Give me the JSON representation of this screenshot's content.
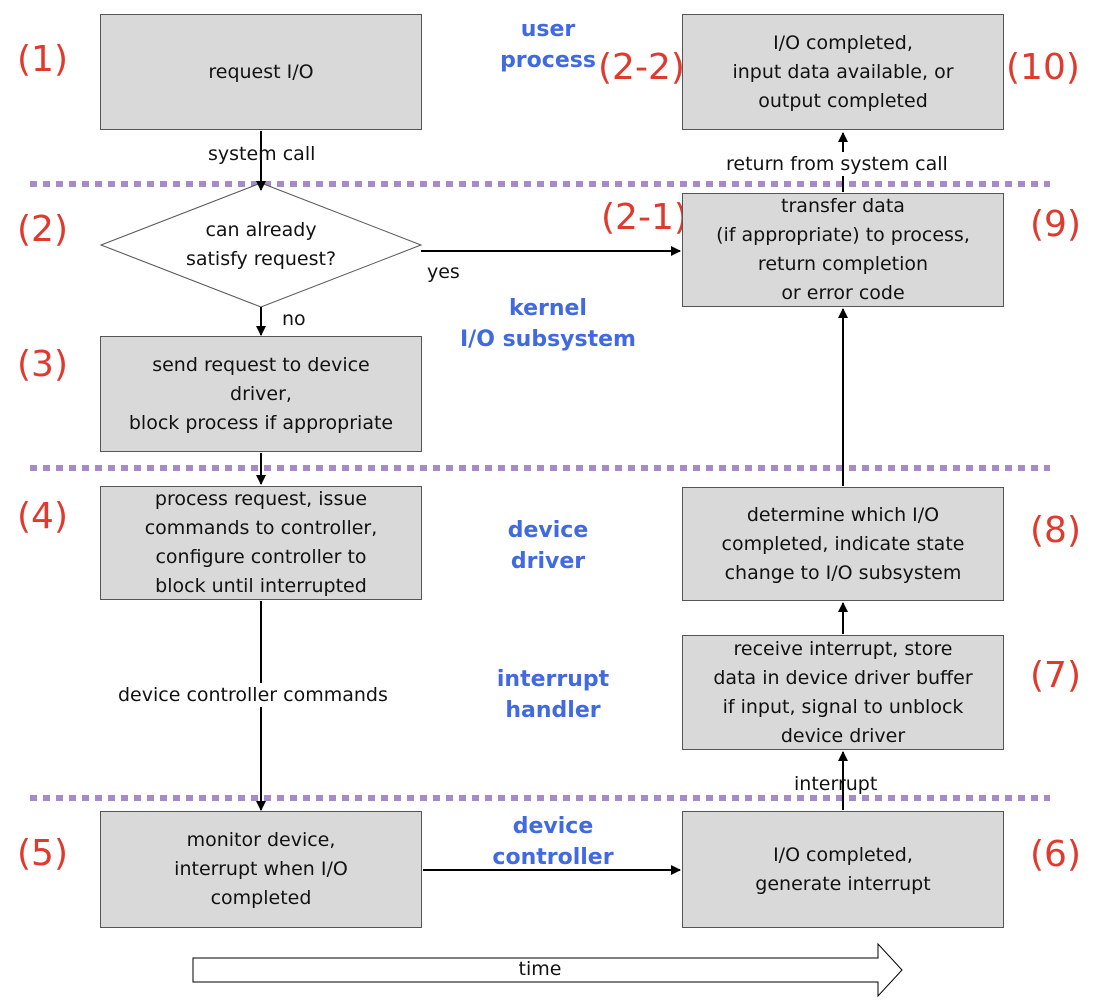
{
  "step_numbers": {
    "n1": "(1)",
    "n2": "(2)",
    "n3": "(3)",
    "n4": "(4)",
    "n5": "(5)",
    "n2_1": "(2-1)",
    "n2_2": "(2-2)",
    "n6": "(6)",
    "n7": "(7)",
    "n8": "(8)",
    "n9": "(9)",
    "n10": "(10)"
  },
  "layers": {
    "user_process": "user\nprocess",
    "kernel_io_subsystem": "kernel\nI/O subsystem",
    "device_driver": "device\ndriver",
    "interrupt_handler": "interrupt\nhandler",
    "device_controller": "device\ncontroller"
  },
  "boxes": {
    "request_io": "request I/O",
    "can_satisfy": "can already\nsatisfy request?",
    "send_request": "send request to device\ndriver,\nblock process if appropriate",
    "process_request": "process request, issue\ncommands to controller,\nconfigure controller to\nblock until interrupted",
    "monitor_device": "monitor device,\ninterrupt when I/O\ncompleted",
    "io_completed_generate": "I/O completed,\ngenerate interrupt",
    "receive_interrupt": "receive interrupt, store\ndata in device driver buffer\nif input, signal to unblock\ndevice driver",
    "determine_io": "determine which I/O\ncompleted, indicate state\nchange to I/O subsystem",
    "transfer_data": "transfer data\n(if appropriate) to process,\nreturn completion\nor error code",
    "io_completed_user": "I/O completed,\ninput data available, or\noutput completed"
  },
  "edge_labels": {
    "system_call": "system call",
    "yes": "yes",
    "no": "no",
    "device_controller_commands": "device controller commands",
    "interrupt": "interrupt",
    "return_from_system_call": "return from system call"
  },
  "time_label": "time",
  "colors": {
    "step_number": "#e03a2e",
    "layer_label": "#4169e1",
    "box_fill": "#d9d9d9",
    "separator": "#a78bc9"
  }
}
